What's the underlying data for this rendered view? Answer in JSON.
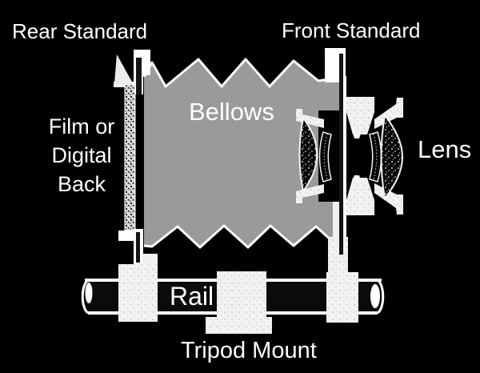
{
  "colors": {
    "background": "#000000",
    "bellows_gray": "#9a9a9a",
    "outline_white": "#ffffff",
    "rail_dark": "#0b0b0b"
  },
  "labels": {
    "rear_standard": "Rear Standard",
    "front_standard": "Front Standard",
    "film_back": [
      "Film or",
      "Digital",
      "Back"
    ],
    "bellows": "Bellows",
    "lens": "Lens",
    "rail": "Rail",
    "tripod_mount": "Tripod Mount"
  }
}
